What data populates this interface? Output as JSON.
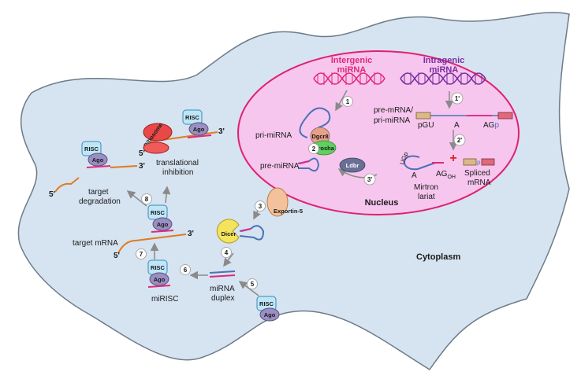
{
  "regions": {
    "nucleus": "Nucleus",
    "cytoplasm": "Cytoplasm"
  },
  "nucleus_labels": {
    "intergenic_line1": "Intergenic",
    "intergenic_line2": "miRNA",
    "intragenic_line1": "Intragenic",
    "intragenic_line2": "miRNA",
    "pri_mirna": "pri-miRNA",
    "pre_mirna": "pre-miRNA",
    "pre_pri_line1": "pre-mRNA/",
    "pre_pri_line2": "pri-miRNA",
    "pgu": "pGU",
    "a_site": "A",
    "ag": "AG",
    "ag_p": "p",
    "ugp": "UGp",
    "lariat_a": "A",
    "lariat_ag": "AG",
    "lariat_oh": "OH",
    "mirtron_line1": "Mirtron",
    "mirtron_line2": "lariat",
    "spliced_line1": "Spliced",
    "spliced_line2": "mRNA",
    "spliced_p": "p",
    "plus": "+"
  },
  "proteins": {
    "dgcr8": "Dgcr8",
    "drosha": "Drosha",
    "ldbr": "Ldbr",
    "exportin": "Exportin-5",
    "dicer": "Dicer",
    "risc": "RISC",
    "ago": "Ago",
    "ribosome": "Ribosome"
  },
  "cytoplasm_labels": {
    "mirna_duplex_line1": "miRNA",
    "mirna_duplex_line2": "duplex",
    "mirisc": "miRISC",
    "target_mrna": "target mRNA",
    "target_deg_line1": "target",
    "target_deg_line2": "degradation",
    "transl_line1": "translational",
    "transl_line2": "inhibition",
    "five_prime": "5'",
    "three_prime": "3'"
  },
  "steps": [
    "1",
    "1'",
    "2",
    "2'",
    "3",
    "3'",
    "4",
    "5",
    "6",
    "7",
    "8"
  ],
  "colors": {
    "cell_fill": "#d6e3f0",
    "cell_stroke": "#6d7b88",
    "nucleus_fill": "#f7c6ee",
    "nucleus_stroke": "#e02070",
    "intergenic": "#e0287c",
    "intragenic": "#7a2ea0",
    "rna": "#4a72b8",
    "mirna_strand": "#e0287c",
    "mrna": "#e07b20",
    "risc_fill": "#bfe6f7",
    "ago_fill": "#9a8fc2",
    "exon_fill": "#d9b88a",
    "exon_red": "#e06a7a"
  }
}
